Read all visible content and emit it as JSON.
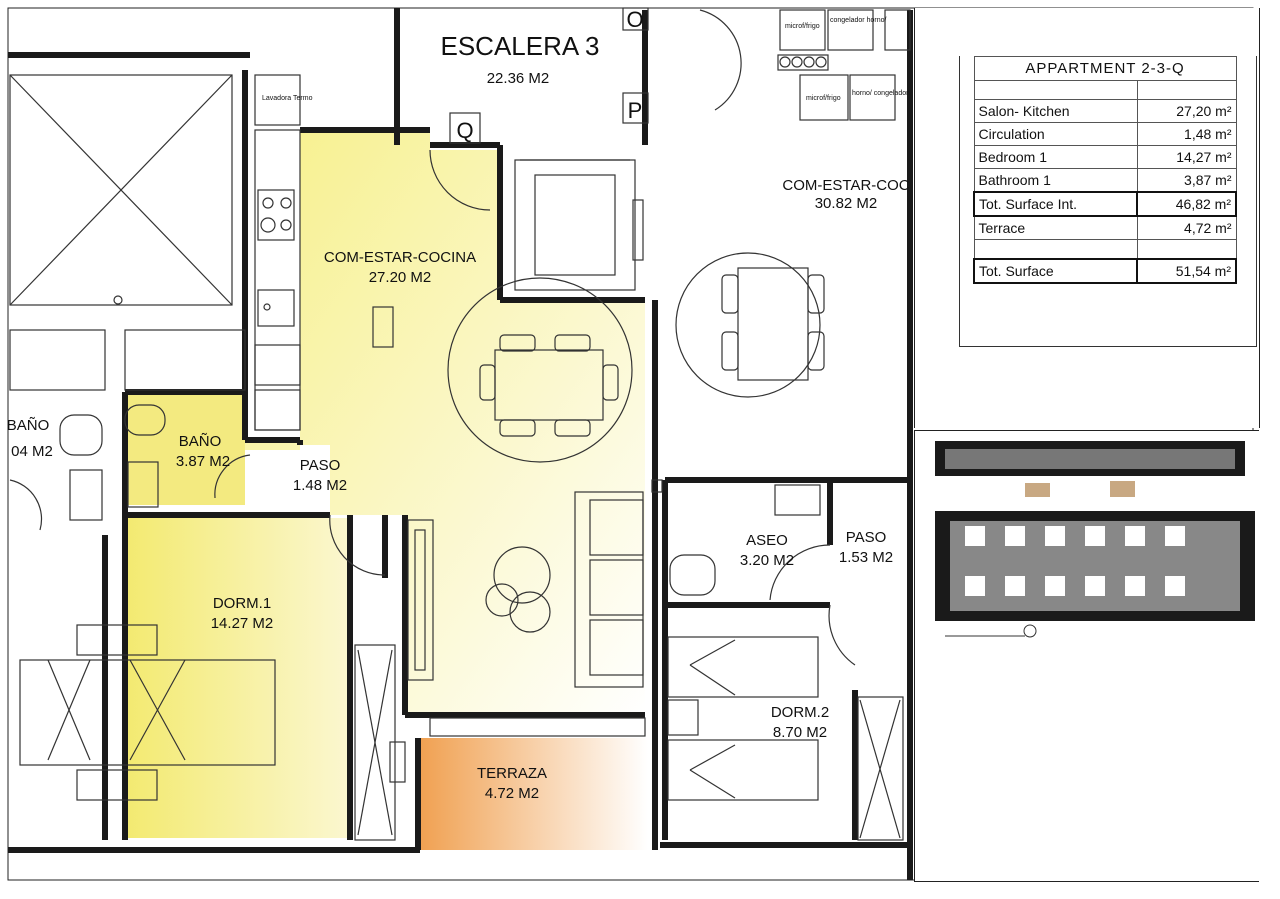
{
  "rooms": {
    "escalera_name": "ESCALERA 3",
    "escalera_area": "22.36 M2",
    "com_estar_cocina_name": "COM-ESTAR-COCINA",
    "com_estar_cocina_area": "27.20 M2",
    "com_estar_coc_right_name": "COM-ESTAR-COC",
    "com_estar_coc_right_area": "30.82 M2",
    "bano_name": "BAÑO",
    "bano_area": "3.87 M2",
    "bano_left_name": "BAÑO",
    "bano_left_area": "04 M2",
    "paso_name": "PASO",
    "paso_area": "1.48 M2",
    "dorm1_name": "DORM.1",
    "dorm1_area": "14.27 M2",
    "aseo_name": "ASEO",
    "aseo_area": "3.20 M2",
    "paso_right_name": "PASO",
    "paso_right_area": "1.53 M2",
    "dorm2_name": "DORM.2",
    "dorm2_area": "8.70 M2",
    "terraza_name": "TERRAZA",
    "terraza_area": "4.72 M2"
  },
  "markers": {
    "q": "Q",
    "p": "P",
    "o": "O"
  },
  "appliances": {
    "microfridge": "microf/frigo",
    "congelador": "congelador horno/",
    "horno": "horno/ congelador",
    "lavadora": "Lavadora Termo"
  },
  "table": {
    "title": "APPARTMENT 2-3-Q",
    "rows": [
      {
        "label": "Salon- Kitchen",
        "value": "27,20 m²"
      },
      {
        "label": "Circulation",
        "value": "1,48 m²"
      },
      {
        "label": "Bedroom 1",
        "value": "14,27 m²"
      },
      {
        "label": "Bathroom 1",
        "value": "3,87 m²"
      },
      {
        "label": "Tot. Surface Int.",
        "value": "46,82 m²"
      },
      {
        "label": "Terrace",
        "value": "4,72 m²"
      },
      {
        "label": "Tot. Surface",
        "value": "51,54 m²"
      }
    ]
  },
  "colors": {
    "apartment_fill": "#f6f0a0",
    "terrace_fill": "#f0a060",
    "wall": "#1a1a1a"
  }
}
